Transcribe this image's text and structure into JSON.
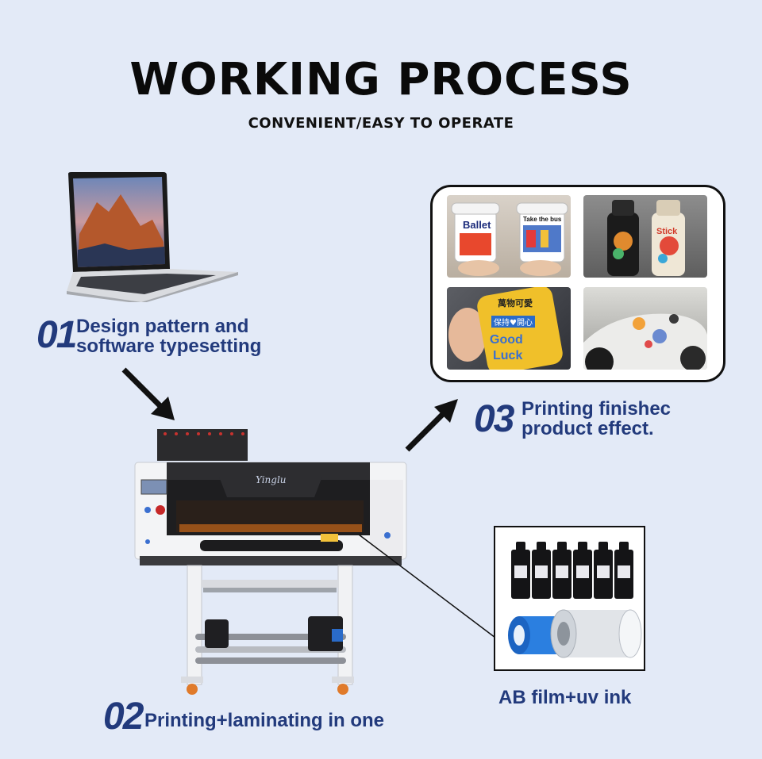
{
  "header": {
    "title": "WORKING PROCESS",
    "subtitle": "CONVENIENT/EASY TO OPERATE"
  },
  "steps": [
    {
      "number": "01",
      "line1": "Design pattern and",
      "line2": "software typesetting"
    },
    {
      "number": "02",
      "line1": "Printing+laminating in one"
    },
    {
      "number": "03",
      "line1": "Printing finishec",
      "line2": "product effect."
    }
  ],
  "consumables": {
    "label": "AB film+uv ink"
  },
  "product_photos": {
    "cups": {
      "left_text": "Ballet",
      "right_text": "Take the bus"
    },
    "bottles": {
      "sticker_text": "Stick"
    },
    "phone_case": {
      "line1": "萬物可愛",
      "line2": "保持♥開心",
      "line3": "Good",
      "line4": "Luck"
    }
  },
  "printer": {
    "logo_text": "Yinglu"
  },
  "colors": {
    "background": "#e3eaf7",
    "accent_blue": "#223a7c",
    "title": "#0a0a0a"
  },
  "icons": [
    "laptop-icon",
    "printer-icon",
    "arrow-icon"
  ]
}
